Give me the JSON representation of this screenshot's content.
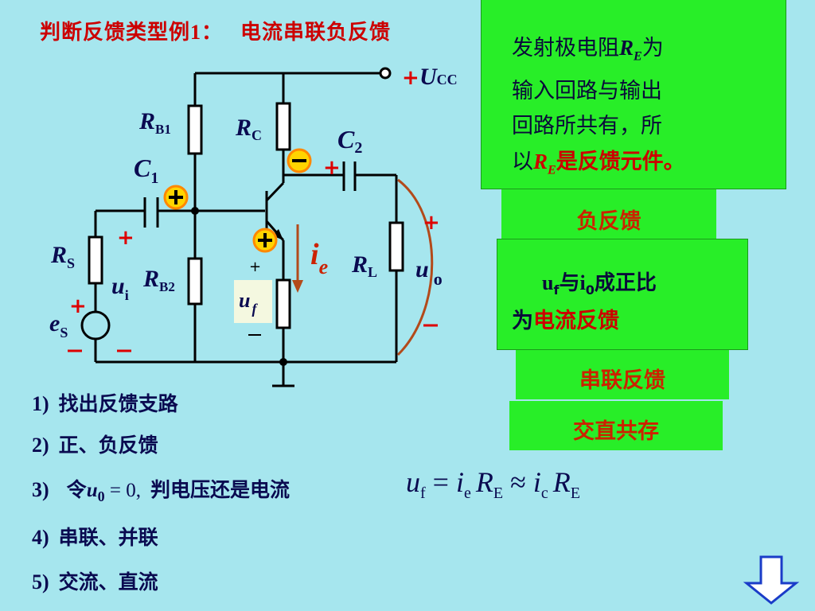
{
  "title": {
    "prefix": "判断反馈类型例",
    "num": "1",
    "colon": "：",
    "main": "电流串联负反馈"
  },
  "components": {
    "ucc": "U",
    "ucc_sub": "CC",
    "rb1": "R",
    "rb1_sub": "B1",
    "rc": "R",
    "rc_sub": "C",
    "c1": "C",
    "c1_sub": "1",
    "c2": "C",
    "c2_sub": "2",
    "rs": "R",
    "rs_sub": "S",
    "rb2": "R",
    "rb2_sub": "B2",
    "ui": "u",
    "ui_sub": "i",
    "es": "e",
    "es_sub": "S",
    "uf": "u",
    "uf_sub": "f",
    "ie": "i",
    "ie_sub": "e",
    "rl": "R",
    "rl_sub": "L",
    "uo": "u",
    "uo_sub": "o"
  },
  "callouts": {
    "top_line1_a": "发射极电阻",
    "top_r": "R",
    "top_r_sub": "E",
    "top_line1_b": "为",
    "top_line2": "输入回路与输出",
    "top_line3": "回路所共有，所",
    "top_line4_a": "以",
    "top_line4_b": "是反馈元件。",
    "negative": "负反馈",
    "prop_a": "u",
    "prop_a_sub": "f",
    "prop_b": "与",
    "prop_c": "i",
    "prop_c_sub": "0",
    "prop_d": "成正比",
    "prop_line2_a": "为",
    "prop_line2_b": "电流反馈",
    "series": "串联反馈",
    "acdc": "交直共存"
  },
  "steps": [
    {
      "num": "1)",
      "text": "找出反馈支路"
    },
    {
      "num": "2)",
      "text": "正、负反馈"
    },
    {
      "num": "3)",
      "text_a": "令",
      "expr": "u",
      "expr_sub": "0",
      "expr_b": " = 0,",
      "text_b": "判电压还是电流"
    },
    {
      "num": "4)",
      "text": "串联、并联"
    },
    {
      "num": "5)",
      "text": "交流、直流"
    }
  ],
  "formula": {
    "uf": "u",
    "uf_sub": "f",
    "eq": " = ",
    "ie": "i",
    "ie_sub": "e",
    "re1": "R",
    "re1_sub": "E",
    "approx": " ≈ ",
    "ic": "i",
    "ic_sub": "c",
    "re2": "R",
    "re2_sub": "E"
  },
  "colors": {
    "background": "#a6e6ee",
    "callout_green": "#28ee28",
    "accent_red": "#cc0000",
    "wire": "#000000",
    "arrow_blue": "#1a3cc8"
  },
  "icons": {
    "next": "down-arrow-icon"
  }
}
